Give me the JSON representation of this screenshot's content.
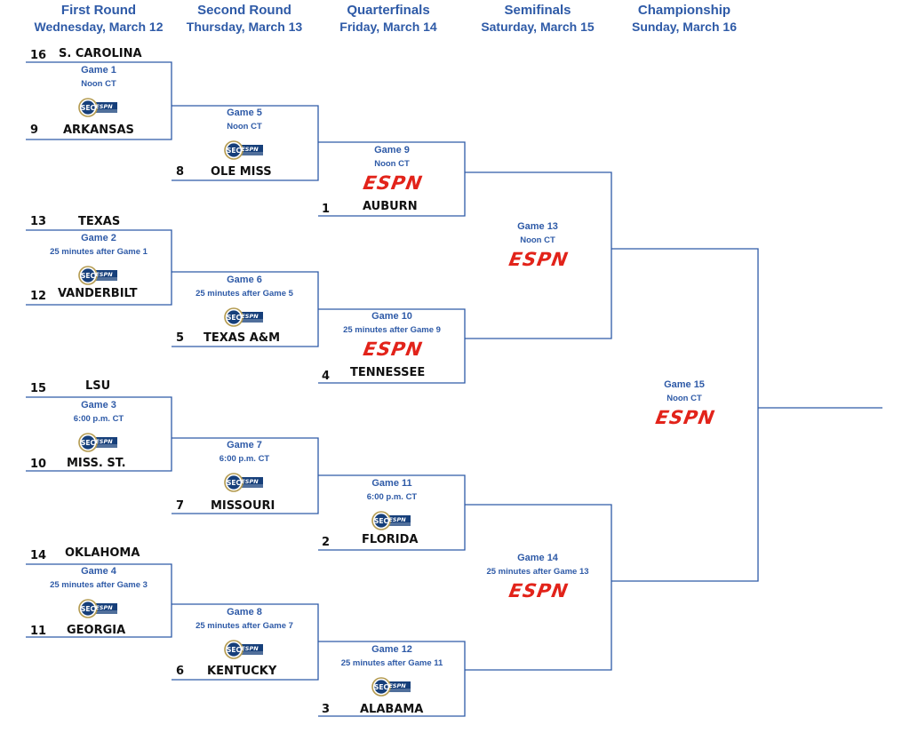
{
  "rounds": [
    {
      "title": "First Round",
      "date": "Wednesday, March 12"
    },
    {
      "title": "Second Round",
      "date": "Thursday, March 13"
    },
    {
      "title": "Quarterfinals",
      "date": "Friday, March 14"
    },
    {
      "title": "Semifinals",
      "date": "Saturday, March 15"
    },
    {
      "title": "Championship",
      "date": "Sunday, March 16"
    }
  ],
  "teams": {
    "t1": {
      "seed": "16",
      "name": "S. CAROLINA"
    },
    "t2": {
      "seed": "9",
      "name": "ARKANSAS"
    },
    "t3": {
      "seed": "8",
      "name": "OLE MISS"
    },
    "t4": {
      "seed": "1",
      "name": "AUBURN"
    },
    "t5": {
      "seed": "13",
      "name": "TEXAS"
    },
    "t6": {
      "seed": "12",
      "name": "VANDERBILT"
    },
    "t7": {
      "seed": "5",
      "name": "TEXAS A&M"
    },
    "t8": {
      "seed": "4",
      "name": "TENNESSEE"
    },
    "t9": {
      "seed": "15",
      "name": "LSU"
    },
    "t10": {
      "seed": "10",
      "name": "MISS. ST."
    },
    "t11": {
      "seed": "7",
      "name": "MISSOURI"
    },
    "t12": {
      "seed": "2",
      "name": "FLORIDA"
    },
    "t13": {
      "seed": "14",
      "name": "OKLAHOMA"
    },
    "t14": {
      "seed": "11",
      "name": "GEORGIA"
    },
    "t15": {
      "seed": "6",
      "name": "KENTUCKY"
    },
    "t16": {
      "seed": "3",
      "name": "ALABAMA"
    }
  },
  "games": {
    "g1": {
      "name": "Game 1",
      "time": "Noon CT",
      "network": "SEC Network"
    },
    "g2": {
      "name": "Game 2",
      "time": "25 minutes after Game 1",
      "network": "SEC Network"
    },
    "g3": {
      "name": "Game 3",
      "time": "6:00 p.m. CT",
      "network": "SEC Network"
    },
    "g4": {
      "name": "Game 4",
      "time": "25 minutes after Game 3",
      "network": "SEC Network"
    },
    "g5": {
      "name": "Game 5",
      "time": "Noon CT",
      "network": "SEC Network"
    },
    "g6": {
      "name": "Game 6",
      "time": "25 minutes after Game 5",
      "network": "SEC Network"
    },
    "g7": {
      "name": "Game 7",
      "time": "6:00 p.m. CT",
      "network": "SEC Network"
    },
    "g8": {
      "name": "Game 8",
      "time": "25 minutes after Game 7",
      "network": "SEC Network"
    },
    "g9": {
      "name": "Game 9",
      "time": "Noon CT",
      "network": "ESPN"
    },
    "g10": {
      "name": "Game 10",
      "time": "25 minutes after Game 9",
      "network": "ESPN"
    },
    "g11": {
      "name": "Game 11",
      "time": "6:00 p.m. CT",
      "network": "SEC Network"
    },
    "g12": {
      "name": "Game 12",
      "time": "25 minutes after Game 11",
      "network": "SEC Network"
    },
    "g13": {
      "name": "Game 13",
      "time": "Noon CT",
      "network": "ESPN"
    },
    "g14": {
      "name": "Game 14",
      "time": "25 minutes after Game 13",
      "network": "ESPN"
    },
    "g15": {
      "name": "Game 15",
      "time": "Noon CT",
      "network": "ESPN"
    }
  },
  "logos": {
    "sec_text": "SEC",
    "sec_sub": "ESPN",
    "espn_text": "ESPN"
  },
  "colors": {
    "line": "#2e5aa7",
    "text_blue": "#2e5aa7",
    "espn_red": "#e2231a",
    "sec_gold": "#b39a4f",
    "sec_blue": "#163f7a"
  }
}
